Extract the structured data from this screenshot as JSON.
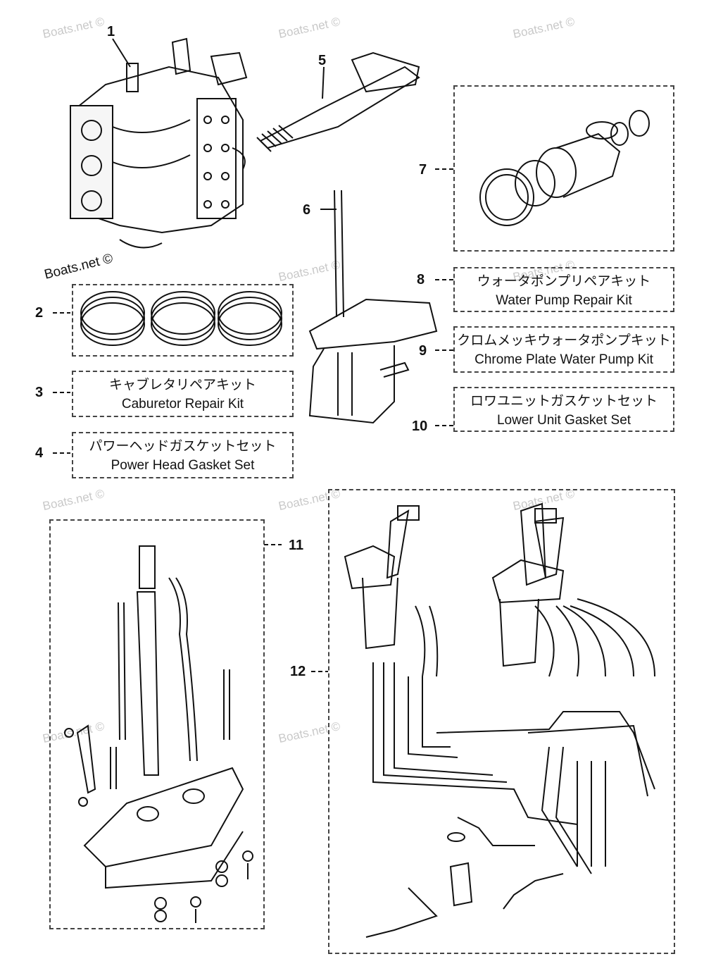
{
  "watermark": "Boats.net ©",
  "items": {
    "n1": "1",
    "n2": "2",
    "n3": "3",
    "n4": "4",
    "n5": "5",
    "n6": "6",
    "n7": "7",
    "n8": "8",
    "n9": "9",
    "n10": "10",
    "n11": "11",
    "n12": "12"
  },
  "kits": {
    "k3_jp": "キャブレタリペアキット",
    "k3_en": "Caburetor Repair Kit",
    "k4_jp": "パワーヘッドガスケットセット",
    "k4_en": "Power Head Gasket Set",
    "k8_jp": "ウォータポンプリペアキット",
    "k8_en": "Water Pump Repair Kit",
    "k9_jp": "クロムメッキウォータポンプキット",
    "k9_en": "Chrome Plate Water Pump Kit",
    "k10_jp": "ロワユニットガスケットセット",
    "k10_en": "Lower Unit Gasket Set"
  }
}
